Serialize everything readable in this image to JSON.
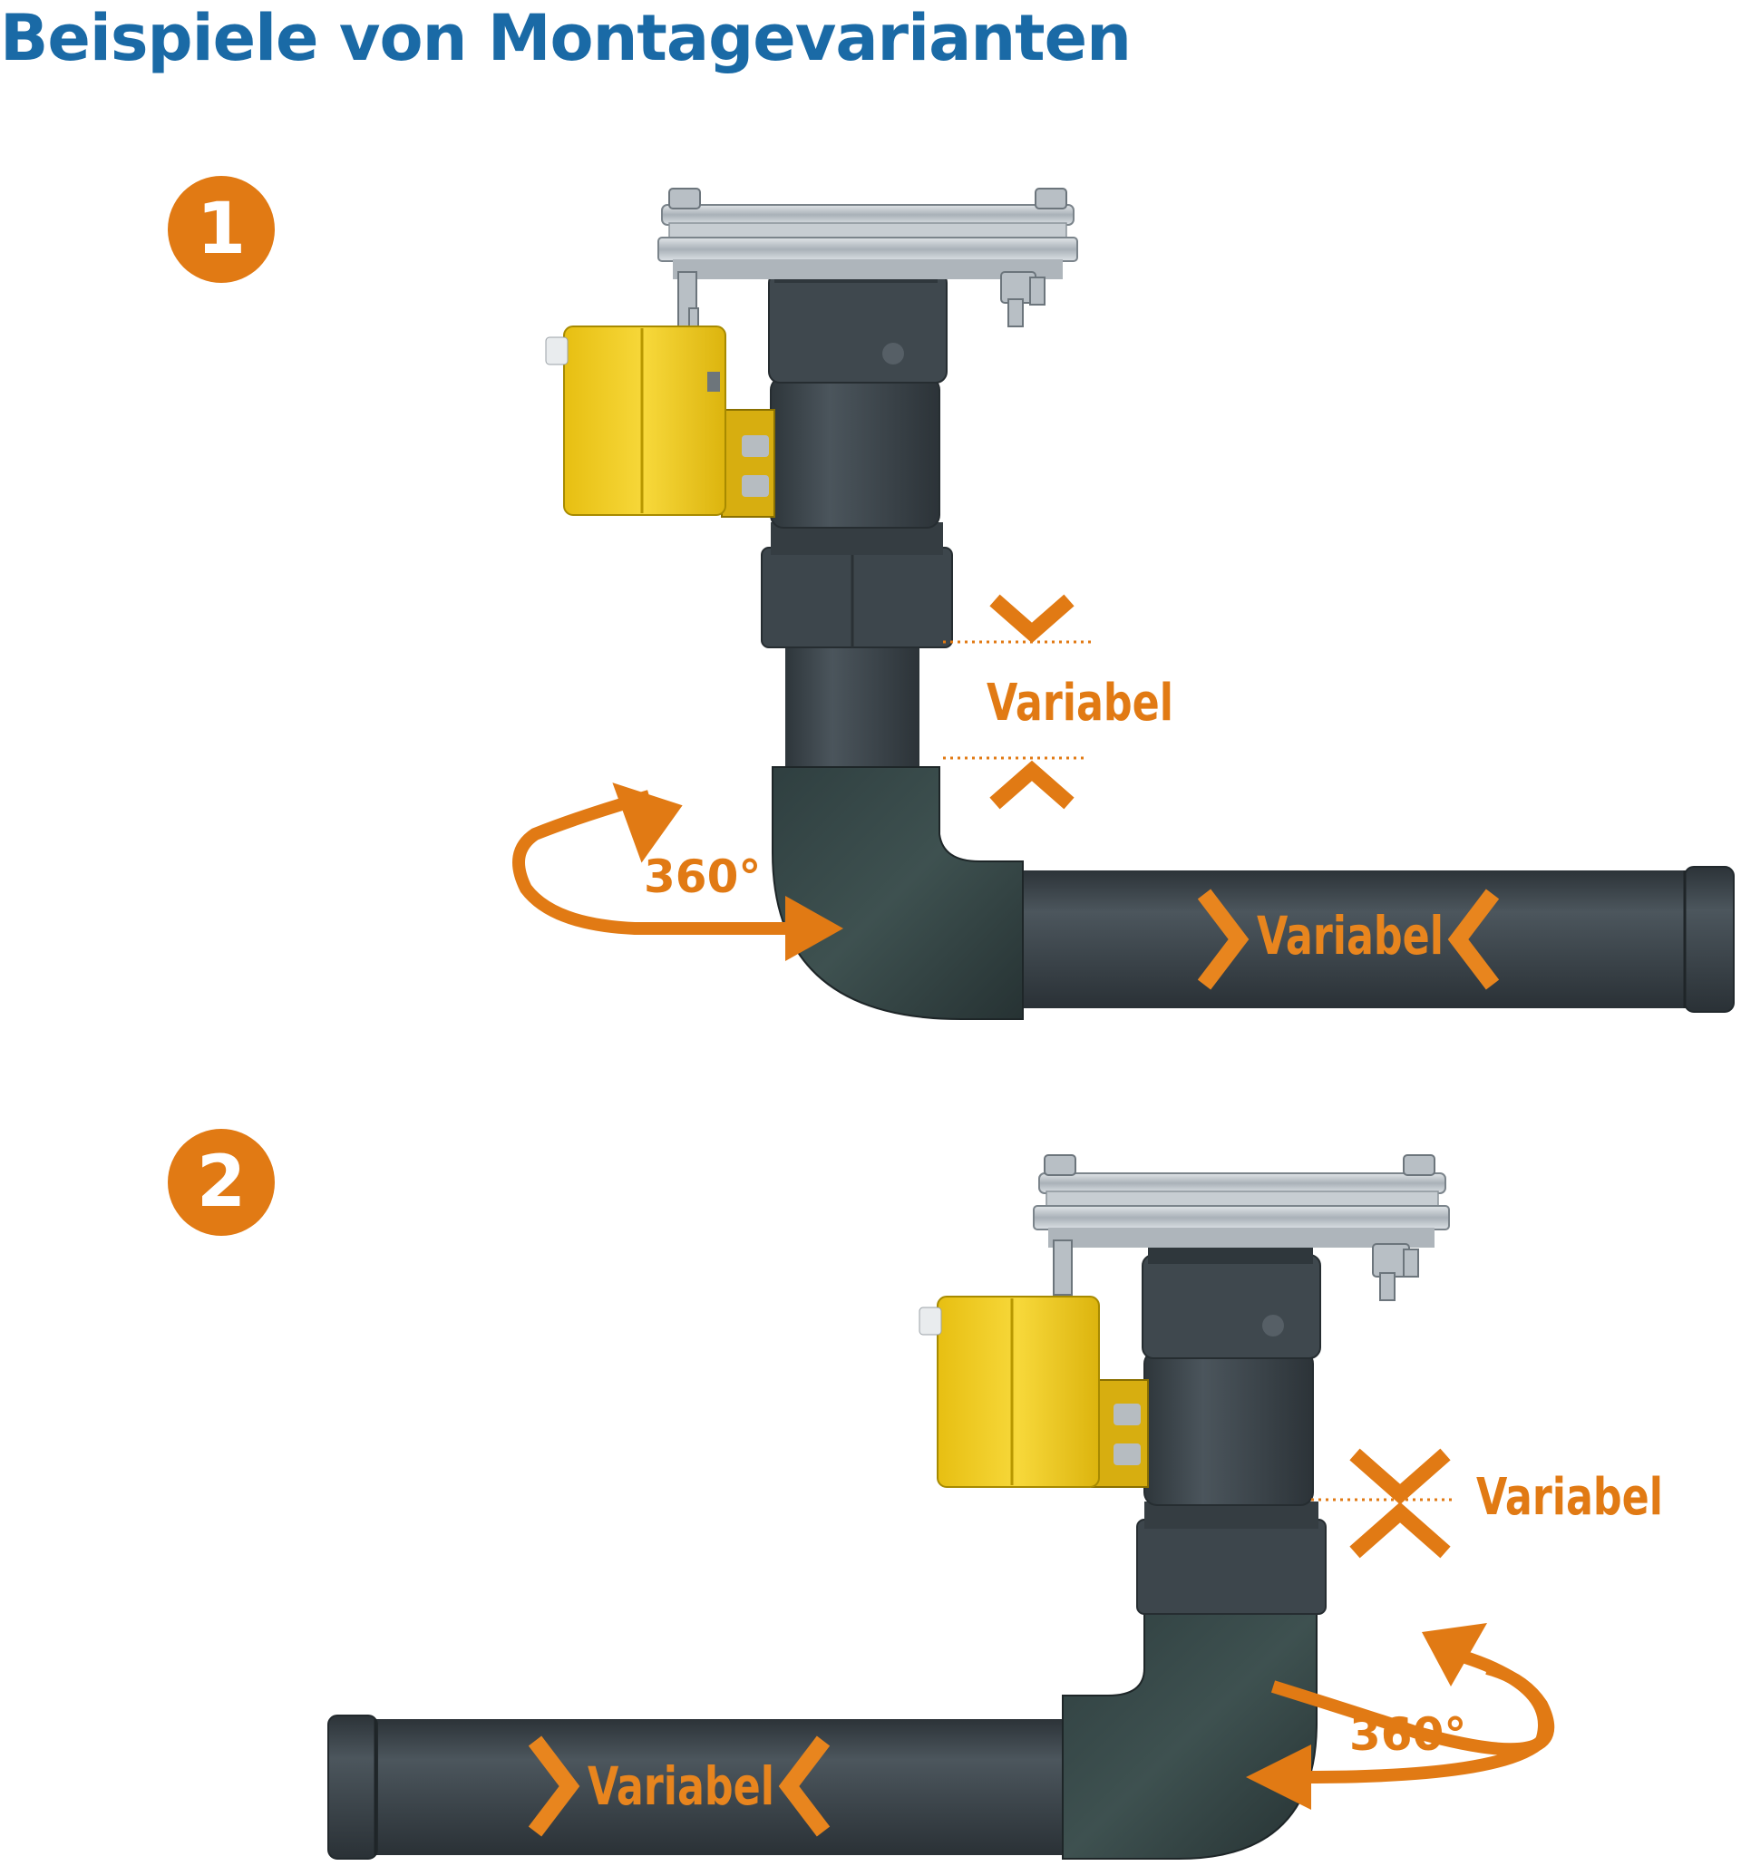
{
  "title": "Beispiele von Montagevarianten",
  "variants": [
    {
      "number": "1",
      "label_vertical": "Variabel",
      "label_horizontal": "Variabel",
      "label_rotation": "360°"
    },
    {
      "number": "2",
      "label_vertical": "Variabel",
      "label_horizontal": "Variabel",
      "label_rotation": "360°"
    }
  ],
  "colors": {
    "title": "#1a6aa6",
    "accent": "#e17a14",
    "pipe": "#3b444a",
    "actuator": "#f0cc1e",
    "flange": "#b9c0c6"
  }
}
